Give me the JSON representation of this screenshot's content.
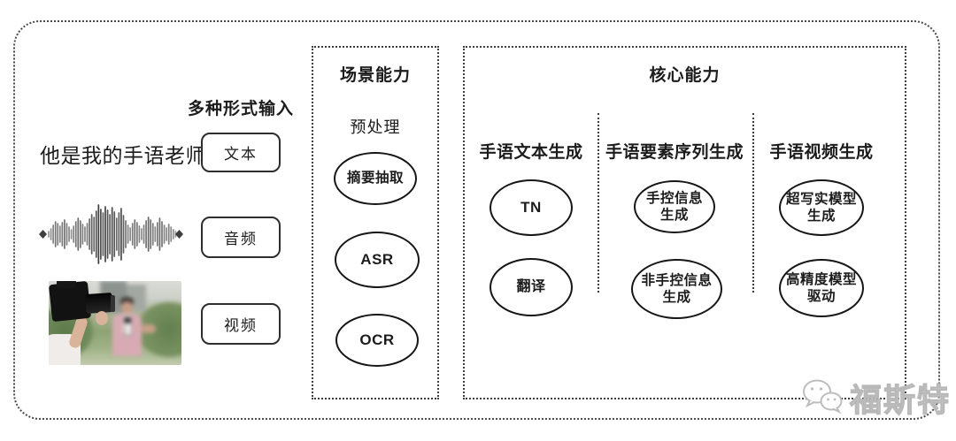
{
  "colors": {
    "line": "#2e2e2e",
    "panel_dash": "#3d3d3d",
    "watermark": "#c2c2c2"
  },
  "input_section": {
    "title": "多种形式输入",
    "rows": [
      {
        "kind": "text",
        "sample": "他是我的手语老师",
        "label": "文本"
      },
      {
        "kind": "audio",
        "label": "音频"
      },
      {
        "kind": "video",
        "label": "视频"
      }
    ]
  },
  "scene_box": {
    "title": "场景能力",
    "subtitle": "预处理",
    "nodes": [
      "摘要抽取",
      "ASR",
      "OCR"
    ]
  },
  "core_box": {
    "title": "核心能力",
    "columns": [
      {
        "header": "手语文本生成",
        "nodes": [
          "TN",
          "翻译"
        ]
      },
      {
        "header": "手语要素序列生成",
        "nodes": [
          "手控信息\n生成",
          "非手控信息\n生成"
        ]
      },
      {
        "header": "手语视频生成",
        "nodes": [
          "超写实模型\n生成",
          "高精度模型\n驱动"
        ]
      }
    ]
  },
  "watermark": {
    "name": "福斯特"
  }
}
